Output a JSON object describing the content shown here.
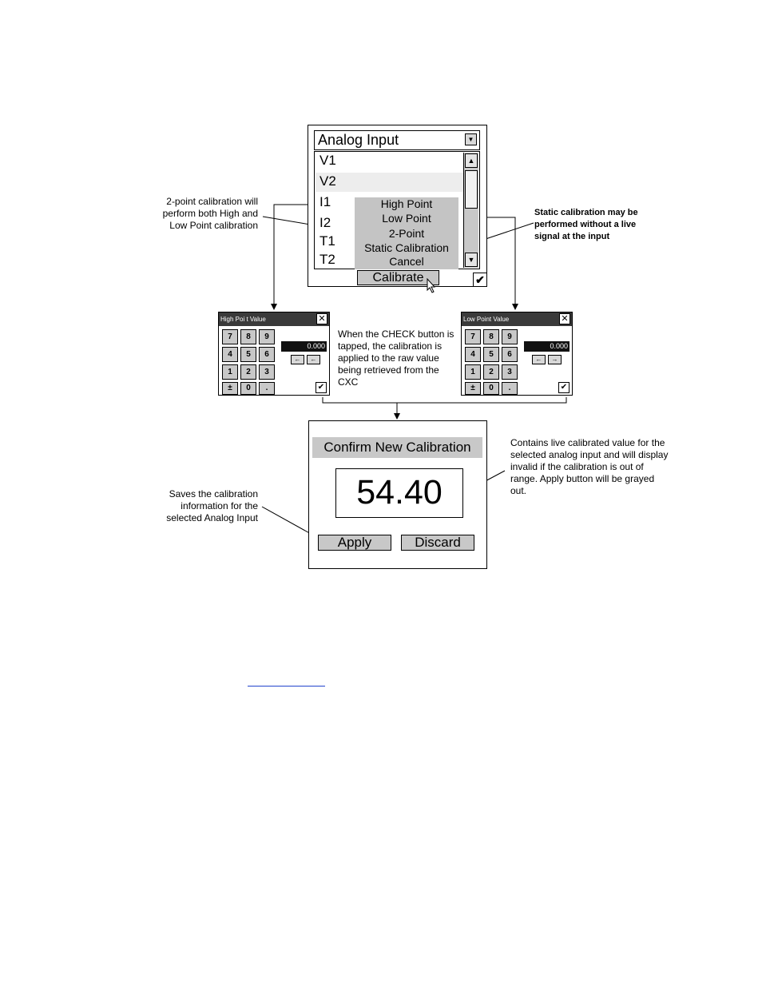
{
  "main_panel": {
    "dropdown_value": "Analog Input",
    "list_items": [
      "V1",
      "V2",
      "I1",
      "I2",
      "T1",
      "T2"
    ],
    "menu_items": [
      "High Point",
      "Low Point",
      "2-Point",
      "Static Calibration",
      "Cancel"
    ],
    "calibrate_label": "Calibrate",
    "check_glyph": "✔"
  },
  "high_keypad": {
    "title": "High Poi t Value",
    "display": "0.000",
    "keys": [
      "7",
      "8",
      "9",
      "4",
      "5",
      "6",
      "1",
      "2",
      "3",
      "±",
      "0",
      "."
    ]
  },
  "low_keypad": {
    "title": "Low Point Value",
    "display": "0.000",
    "keys": [
      "7",
      "8",
      "9",
      "4",
      "5",
      "6",
      "1",
      "2",
      "3",
      "±",
      "0",
      "."
    ]
  },
  "confirm_panel": {
    "title": "Confirm New Calibration",
    "value": "54.40",
    "apply_label": "Apply",
    "discard_label": "Discard"
  },
  "annotations": {
    "two_point": "2-point calibration will perform both High and Low Point calibration",
    "static": "Static calibration may be performed without a live signal at the input",
    "check": "When the CHECK button is tapped, the calibration is applied to the raw value being retrieved from the CXC",
    "live": "Contains live calibrated value for the selected analog input and will display invalid if the calibration is out of range. Apply button will be grayed out.",
    "saves": "Saves the calibration information for the selected Analog Input"
  },
  "icons": {
    "dropdown": "chevron-down-icon",
    "scroll_up": "triangle-up-icon",
    "scroll_down": "triangle-down-icon",
    "close": "close-icon",
    "check": "check-icon",
    "cursor": "mouse-pointer-icon"
  }
}
